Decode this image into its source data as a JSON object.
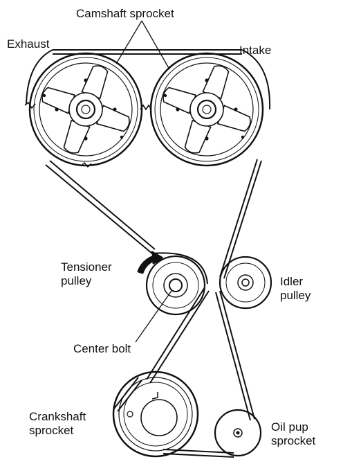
{
  "labels": {
    "camshaft_sprocket": "Camshaft sprocket",
    "exhaust": "Exhaust",
    "intake": "Intake",
    "tensioner_pulley": [
      "Tensioner",
      "pulley"
    ],
    "idler_pulley": [
      "Idler",
      "pulley"
    ],
    "center_bolt": "Center bolt",
    "crankshaft_sprocket": [
      "Crankshaft",
      "sprocket"
    ],
    "oil_pump_sprocket": [
      "Oil pup",
      "sprocket"
    ]
  },
  "colors": {
    "line": "#111111",
    "background": "#ffffff"
  },
  "icons": {
    "rotation_arrow": "curved-arrow-icon"
  }
}
